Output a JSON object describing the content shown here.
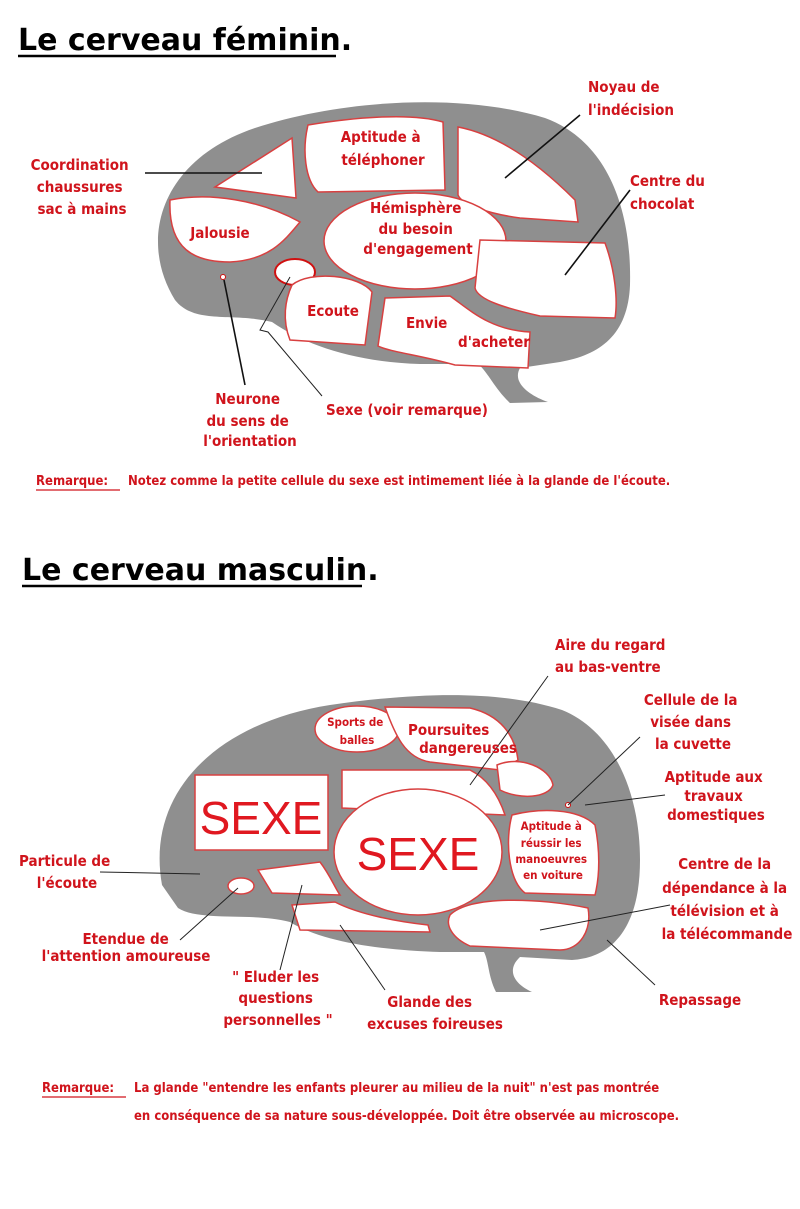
{
  "female": {
    "title": "Le cerveau féminin.",
    "labels": {
      "coordination": [
        "Coordination",
        "chaussures",
        "sac à mains"
      ],
      "telephone": [
        "Aptitude à",
        "téléphoner"
      ],
      "indecision": [
        "Noyau de",
        "l'indécision"
      ],
      "chocolat": [
        "Centre du",
        "chocolat"
      ],
      "jalousie": [
        "Jalousie"
      ],
      "engagement": [
        "Hémisphère",
        "du besoin",
        "d'engagement"
      ],
      "ecoute": [
        "Ecoute"
      ],
      "acheter": [
        "Envie",
        "d'acheter"
      ],
      "neurone": [
        "Neurone",
        "du sens de",
        "l'orientation"
      ],
      "sexe": [
        "Sexe (voir remarque)"
      ]
    },
    "remark_label": "Remarque:",
    "remark_text": [
      "Notez comme la petite cellule du sexe est intimement liée à la glande de l'écoute."
    ]
  },
  "male": {
    "title": "Le cerveau masculin.",
    "labels": {
      "regard": [
        "Aire du regard",
        "au bas-ventre"
      ],
      "cuvette": [
        "Cellule de la",
        "visée dans",
        "la cuvette"
      ],
      "travaux": [
        "Aptitude aux",
        "travaux",
        "domestiques"
      ],
      "particule": [
        "Particule de",
        "l'écoute"
      ],
      "etendue": [
        "Etendue de",
        "l'attention amoureuse"
      ],
      "eluder": [
        "\" Eluder les",
        "questions",
        "personnelles \""
      ],
      "glande": [
        "Glande des",
        "excuses foireuses"
      ],
      "television": [
        "Centre de la",
        "dépendance à la",
        "télévision et à",
        "la télécommande"
      ],
      "repassage": [
        "Repassage"
      ],
      "sports": [
        "Sports de",
        "balles"
      ],
      "poursuites": [
        "Poursuites",
        "dangereuses"
      ],
      "sexe_rect": [
        "SEXE"
      ],
      "sexe_ellipse": [
        "SEXE"
      ],
      "manoeuvres": [
        "Aptitude à",
        "réussir les",
        "manoeuvres",
        "en voiture"
      ]
    },
    "remark_label": "Remarque:",
    "remark_text": [
      "La glande \"entendre les enfants pleurer au milieu de la nuit\" n'est pas montrée",
      "en conséquence de sa nature sous-développée.  Doit être observée au microscope."
    ]
  },
  "colors": {
    "label": "#d0141c",
    "brain": "#8f8f8f",
    "title": "#000000"
  }
}
